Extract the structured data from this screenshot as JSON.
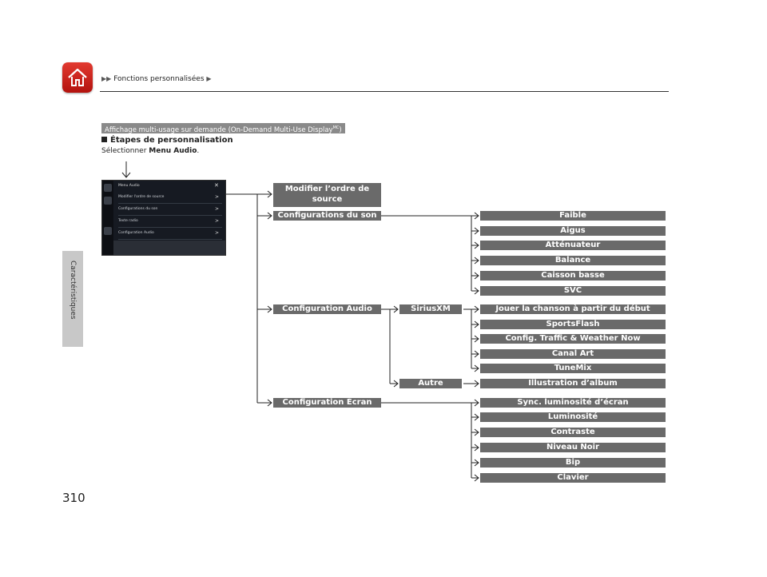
{
  "header": {
    "breadcrumb": "Fonctions personnalisées"
  },
  "sidebar": {
    "section_label": "Caractéristiques"
  },
  "page_number": "310",
  "feature_label": {
    "text": "Affichage multi-usage sur demande (On-Demand Multi-Use Display",
    "sup": "MC",
    "close": ")"
  },
  "section_title": "Étapes de personnalisation",
  "instruction": {
    "prefix": "Sélectionner ",
    "bold": "Menu Audio",
    "suffix": "."
  },
  "screen": {
    "title": "Menu Audio",
    "items": [
      "Modifier l'ordre de source",
      "Configurations du son",
      "Texte radio",
      "Configuration Audio"
    ]
  },
  "tree": {
    "level1": [
      "Modifier l’ordre de source",
      "Configurations du son",
      "Configuration Audio",
      "Configuration Écran"
    ],
    "son": [
      "Faible",
      "Aigus",
      "Atténuateur",
      "Balance",
      "Caisson basse",
      "SVC"
    ],
    "audio_sub": [
      "SiriusXM",
      "Autre"
    ],
    "siriusxm": [
      "Jouer la chanson à partir du début",
      "SportsFlash",
      "Config. Traffic & Weather Now",
      "Canal Art",
      "TuneMix"
    ],
    "autre": [
      "Illustration d’album"
    ],
    "ecran": [
      "Sync. luminosité d’écran",
      "Luminosité",
      "Contraste",
      "Niveau Noir",
      "Bip",
      "Clavier"
    ]
  },
  "colors": {
    "home_button": "#d22a22",
    "node_fill": "#6a6a6a",
    "line": "#222222"
  }
}
